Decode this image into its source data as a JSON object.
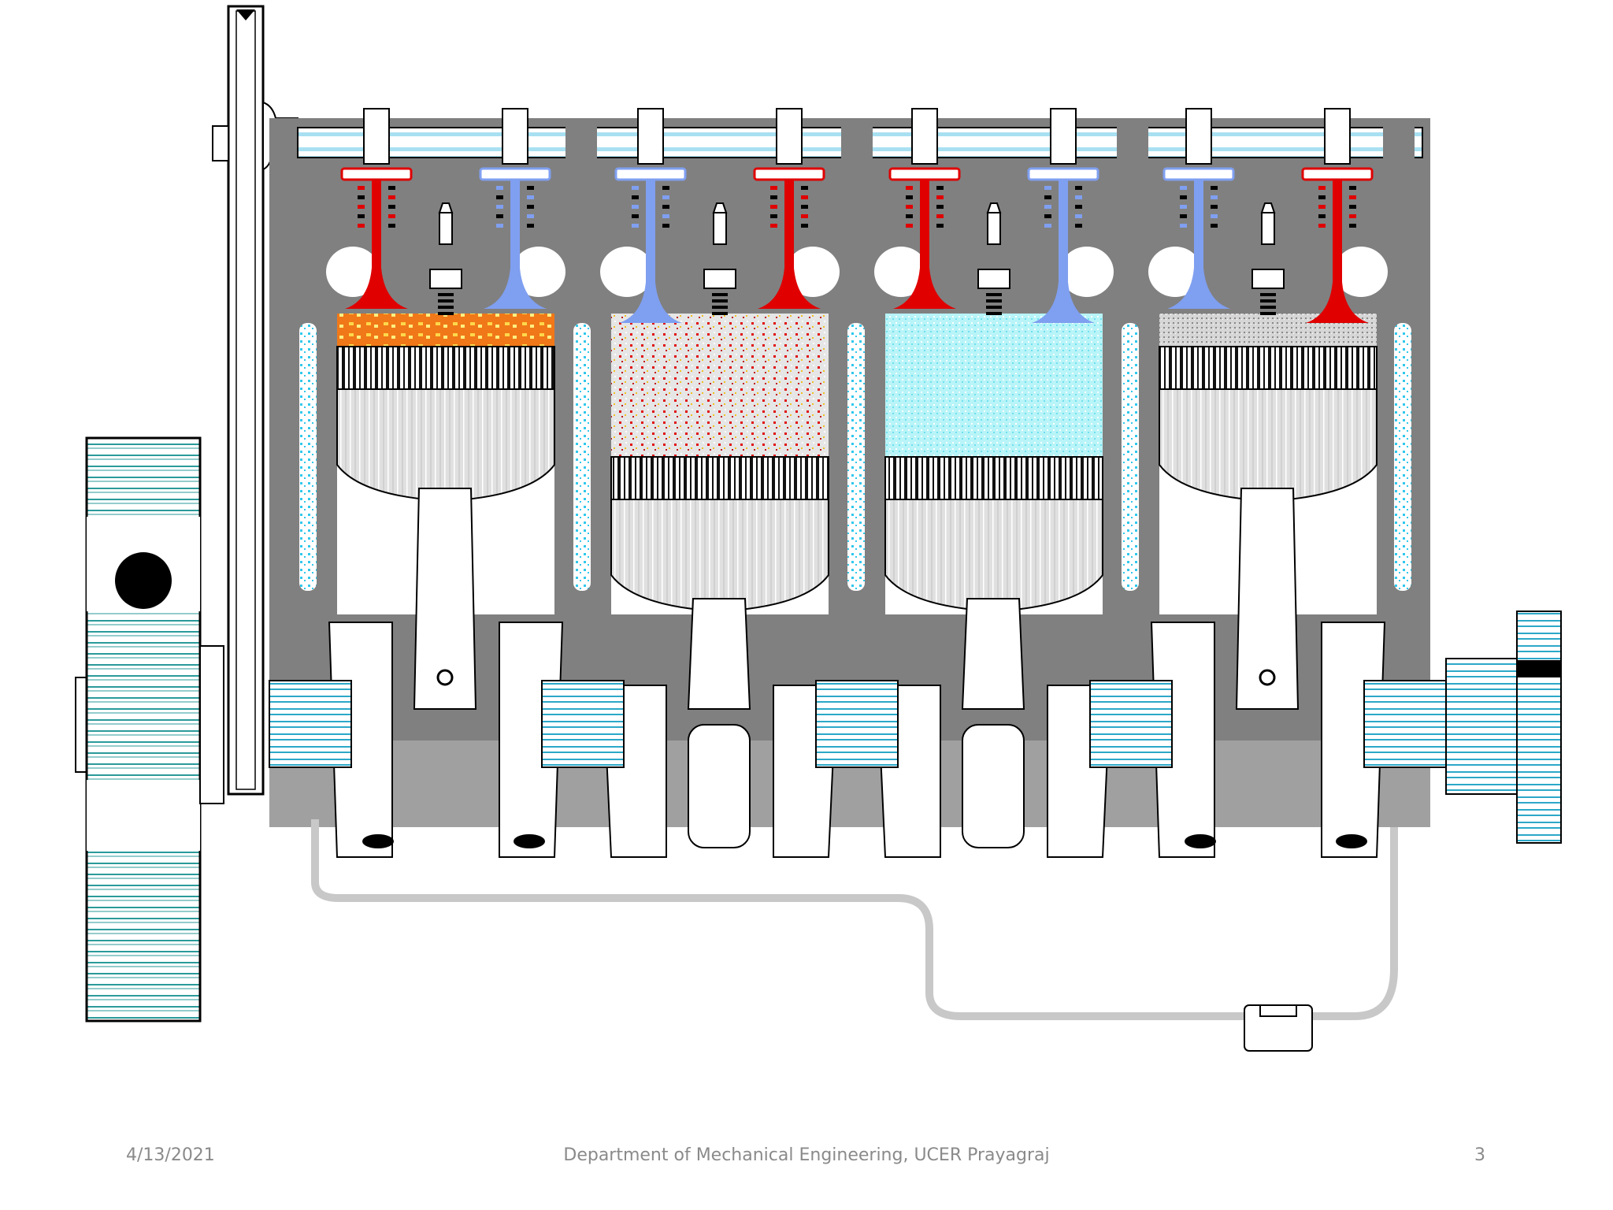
{
  "slide": {
    "footer_date": "4/13/2021",
    "footer_department": "Department of Mechanical Engineering, UCER Prayagraj",
    "page_number": "3"
  },
  "diagram": {
    "subject": "four-cylinder engine cutaway",
    "cylinders": [
      {
        "id": 1,
        "piston": "up",
        "chamber": "burning-mixture",
        "valve_a": "red",
        "valve_a_state": "closed",
        "valve_b": "blue",
        "valve_b_state": "closed"
      },
      {
        "id": 2,
        "piston": "down",
        "chamber": "expanding-gas",
        "valve_a": "blue",
        "valve_a_state": "open",
        "valve_b": "red",
        "valve_b_state": "closed"
      },
      {
        "id": 3,
        "piston": "down",
        "chamber": "fresh-charge",
        "valve_a": "red",
        "valve_a_state": "closed",
        "valve_b": "blue",
        "valve_b_state": "open"
      },
      {
        "id": 4,
        "piston": "up",
        "chamber": "exhaust-gas",
        "valve_a": "blue",
        "valve_a_state": "closed",
        "valve_b": "red",
        "valve_b_state": "open"
      }
    ],
    "colors": {
      "block": "#808080",
      "coolant": "#3fd0f0",
      "camshaft": "#bfe9f7",
      "exhaust_valve": "#e00000",
      "intake_valve": "#7f9ff0",
      "combustion": "#f08010",
      "fresh_charge": "#a8f2f6",
      "oil_line": "#c8c8c8",
      "crank_shaft": "#2ca8c8"
    }
  }
}
